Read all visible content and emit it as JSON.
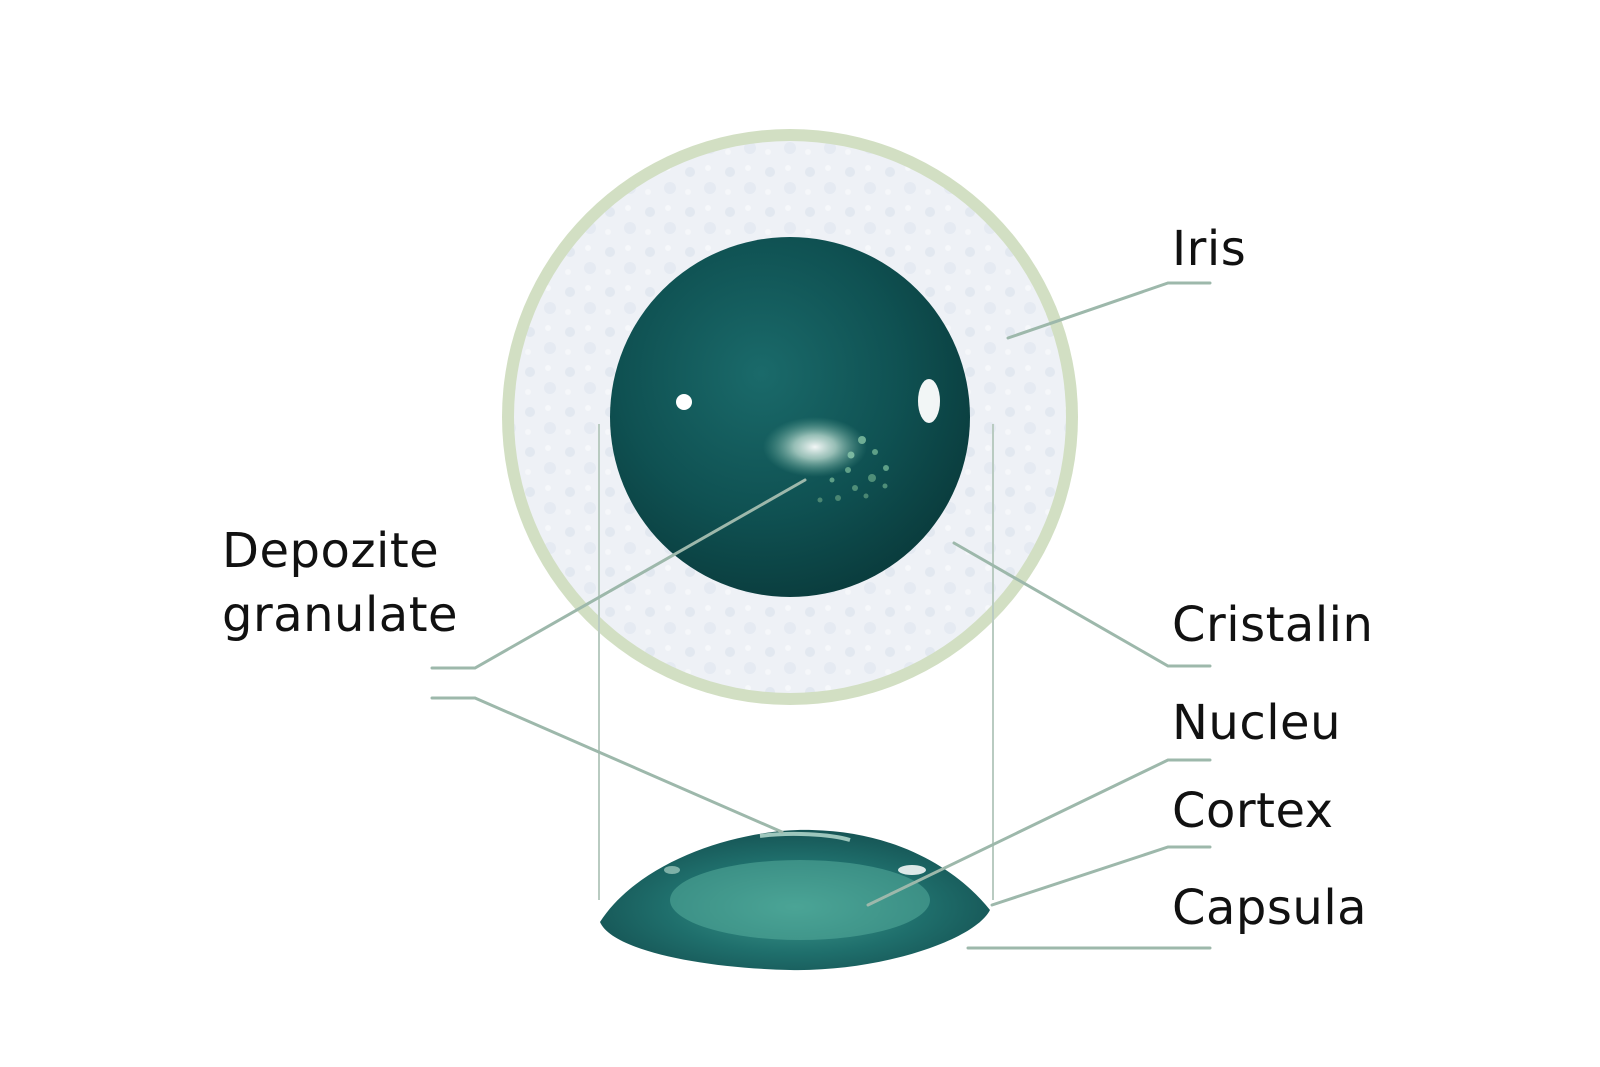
{
  "labels": {
    "iris": "Iris",
    "cristalin": "Cristalin",
    "nucleu": "Nucleu",
    "cortex": "Cortex",
    "capsula": "Capsula",
    "depozite_line1": "Depozite",
    "depozite_line2": "granulate"
  },
  "colors": {
    "iris_ring_outer": "#d2dfc3",
    "iris_ring_inner": "#eef1f6",
    "pupil_dark": "#0d4748",
    "pupil_mid": "#155e5f",
    "lens_teal": "#1f6f6c",
    "leader_line": "#9db8ab"
  }
}
